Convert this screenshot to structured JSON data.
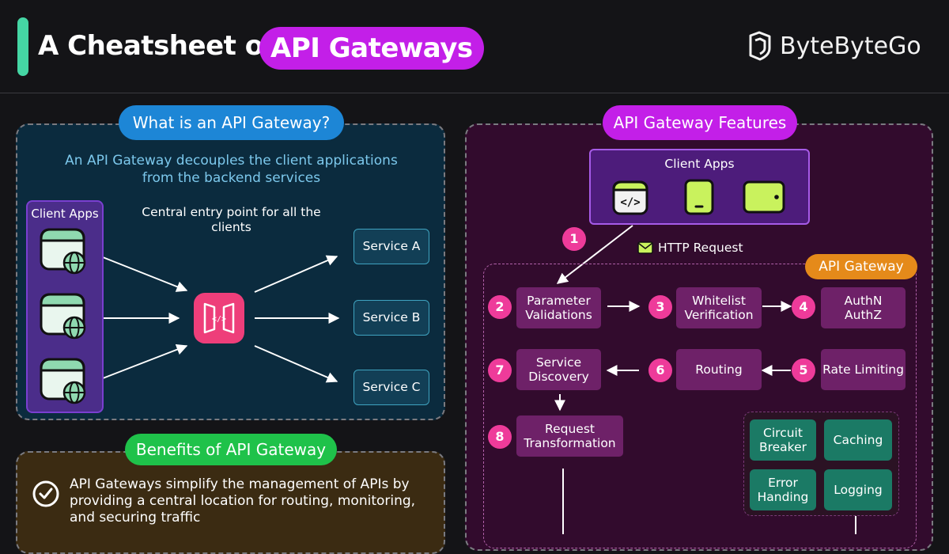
{
  "header": {
    "title_prefix": "A Cheatsheet on",
    "title_highlight": "API Gateways",
    "brand": "ByteByteGo",
    "icons": [
      "brand-logo-icon"
    ]
  },
  "what_section": {
    "label": "What is an API Gateway?",
    "subtitle": "An API Gateway decouples the client applications from the backend services",
    "central_text": "Central entry point for all the clients",
    "client_apps_label": "Client Apps",
    "services": [
      "Service A",
      "Service B",
      "Service C"
    ],
    "icons": [
      "browser-globe-icon",
      "api-gateway-icon"
    ]
  },
  "features_section": {
    "label": "API Gateway Features",
    "client_apps_label": "Client Apps",
    "http_request_label": "HTTP Request",
    "gateway_label": "API Gateway",
    "steps": [
      {
        "num": "1"
      },
      {
        "num": "2",
        "label": "Parameter Validations"
      },
      {
        "num": "3",
        "label": "Whitelist Verification"
      },
      {
        "num": "4",
        "label": "AuthN AuthZ"
      },
      {
        "num": "5",
        "label": "Rate Limiting"
      },
      {
        "num": "6",
        "label": "Routing"
      },
      {
        "num": "7",
        "label": "Service Discovery"
      },
      {
        "num": "8",
        "label": "Request Transformation"
      }
    ],
    "extras": [
      "Circuit Breaker",
      "Caching",
      "Error Handing",
      "Logging"
    ],
    "icons": [
      "code-window-icon",
      "phone-icon",
      "tablet-icon",
      "envelope-icon"
    ]
  },
  "benefits_section": {
    "label": "Benefits of API Gateway",
    "text": "API Gateways simplify the management of APIs by providing a central location for routing, monitoring, and securing traffic",
    "icons": [
      "check-circle-icon"
    ]
  },
  "colors": {
    "accent_green": "#45d6a4",
    "highlight_magenta": "#c31fe8",
    "info_blue": "#1d86d6",
    "success_green": "#1fc24a",
    "gateway_orange": "#e58a1a",
    "step_pink": "#ee3b9a"
  }
}
